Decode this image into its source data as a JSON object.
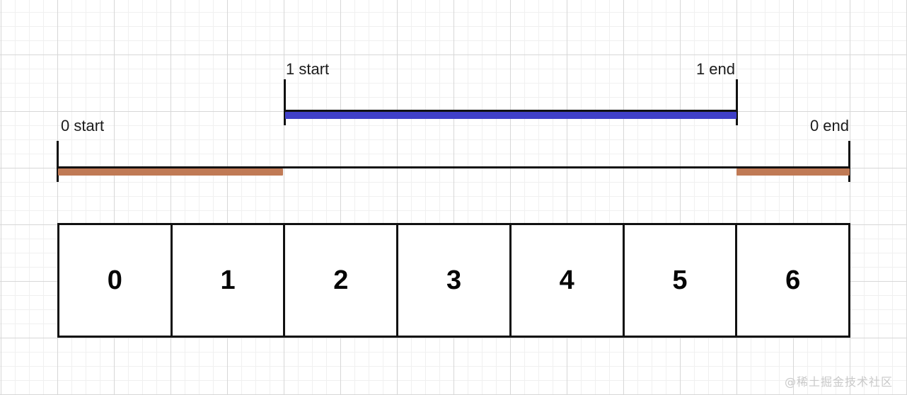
{
  "diagram": {
    "title": "interval-merge-diagram",
    "colors": {
      "interval_1": "#4040c8",
      "interval_0": "#c07a55",
      "line": "#111111",
      "grid_minor": "#f0f0f0",
      "grid_major": "#d7d7d7"
    },
    "tracks": [
      {
        "id": "interval-1",
        "color_name": "blue",
        "start_label": "1 start",
        "end_label": "1 end",
        "start_index": 2,
        "end_index": 6
      },
      {
        "id": "interval-0",
        "color_name": "orange",
        "start_label": "0 start",
        "end_label": "0 end",
        "start_index": 0,
        "end_index": 7
      }
    ],
    "array": {
      "cells": [
        {
          "label": "0"
        },
        {
          "label": "1"
        },
        {
          "label": "2"
        },
        {
          "label": "3"
        },
        {
          "label": "4"
        },
        {
          "label": "5"
        },
        {
          "label": "6"
        }
      ]
    },
    "watermark": "@稀土掘金技术社区"
  }
}
